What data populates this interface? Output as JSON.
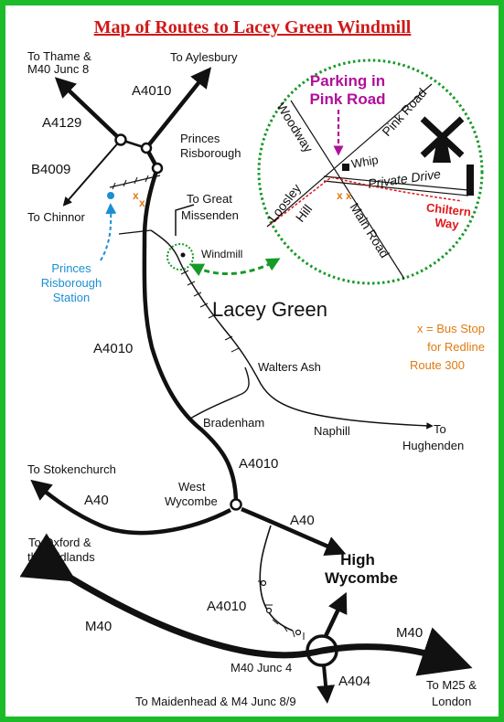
{
  "title": "Map of Routes to Lacey Green Windmill",
  "colors": {
    "border": "#1dbb2a",
    "title": "#d01818",
    "road": "#111111",
    "station": "#1a8fd4",
    "bus_stop": "#e07a10",
    "parking": "#b0109a",
    "path": "#159a28",
    "chiltern_way": "#e01818"
  },
  "labels": {
    "to_thame": "To Thame &",
    "m40_junc8": "M40 Junc 8",
    "to_aylesbury": "To Aylesbury",
    "a4010_top": "A4010",
    "a4129": "A4129",
    "princes": "Princes",
    "risborough": "Risborough",
    "b4009": "B4009",
    "to_chinnor": "To Chinnor",
    "to_great": "To Great",
    "missenden": "Missenden",
    "station_1": "Princes",
    "station_2": "Risborough",
    "station_3": "Station",
    "windmill": "Windmill",
    "lacey_green": "Lacey Green",
    "bus_1": "x = Bus Stop",
    "bus_2": "for Redline",
    "bus_3": "Route 300",
    "a4010_mid": "A4010",
    "walters_ash": "Walters Ash",
    "bradenham": "Bradenham",
    "naphill": "Naphill",
    "to_hughenden_1": "To",
    "to_hughenden_2": "Hughenden",
    "a4010_low": "A4010",
    "to_stokenchurch": "To Stokenchurch",
    "west": "West",
    "wycombe": "Wycombe",
    "a40_left": "A40",
    "a40_right": "A40",
    "to_oxford_1": "To Oxford &",
    "to_oxford_2": "the Midlands",
    "high": "High",
    "high_wycombe": "Wycombe",
    "a4010_bottom": "A4010",
    "m40_left": "M40",
    "m40_right": "M40",
    "m40_junc4": "M40 Junc 4",
    "a404": "A404",
    "to_maidenhead": "To Maidenhead & M4 Junc 8/9",
    "to_m25_1": "To M25 &",
    "to_m25_2": "London"
  },
  "inset": {
    "parking_1": "Parking in",
    "parking_2": "Pink Road",
    "woodway": "Woodway",
    "pink_road": "Pink Road",
    "whip": "Whip",
    "private_drive": "Private Drive",
    "loosley": "Loosley",
    "hill": "Hill",
    "main_road": "Main Road",
    "chiltern_1": "Chiltern",
    "chiltern_2": "Way"
  }
}
